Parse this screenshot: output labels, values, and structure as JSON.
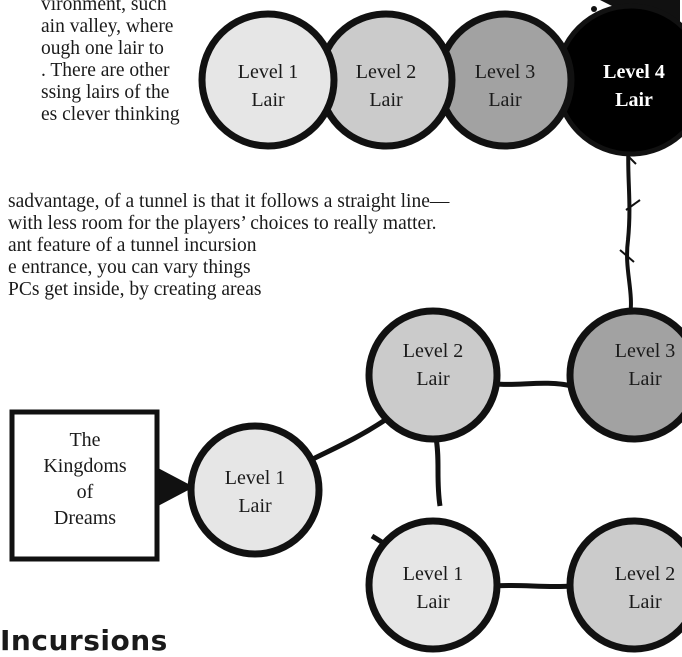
{
  "body_text": {
    "lines_top": [
      "vironment, such",
      "ain valley, where",
      "ough one lair to",
      ". There are other",
      "ssing lairs of the",
      "es clever thinking"
    ],
    "lines_mid": [
      "sadvantage, of a tunnel is that it follows a straight line—",
      "with less room for the players’ choices to really matter.",
      "ant feature of a tunnel incursion",
      "e entrance, you can vary things",
      "PCs get inside, by creating areas"
    ]
  },
  "heading": "Incursions",
  "colors": {
    "level1_fill": "#e6e6e6",
    "level2_fill": "#cbcbcb",
    "level3_fill": "#a2a2a2",
    "level4_fill": "#000000",
    "stroke": "#111111",
    "text": "#1a1a1a"
  },
  "tunnel_diagram": {
    "nodes": [
      {
        "line1": "Level 1",
        "line2": "Lair"
      },
      {
        "line1": "Level 2",
        "line2": "Lair"
      },
      {
        "line1": "Level 3",
        "line2": "Lair"
      },
      {
        "line1": "Level 4",
        "line2": "Lair"
      }
    ]
  },
  "branch_diagram": {
    "entrance": {
      "line1": "The",
      "line2": "Kingdoms",
      "line3": "of",
      "line4": "Dreams"
    },
    "nodes": [
      {
        "line1": "Level 1",
        "line2": "Lair"
      },
      {
        "line1": "Level 2",
        "line2": "Lair"
      },
      {
        "line1": "Level 3",
        "line2": "Lair"
      },
      {
        "line1": "Level 1",
        "line2": "Lair"
      },
      {
        "line1": "Level 2",
        "line2": "Lair"
      }
    ]
  }
}
